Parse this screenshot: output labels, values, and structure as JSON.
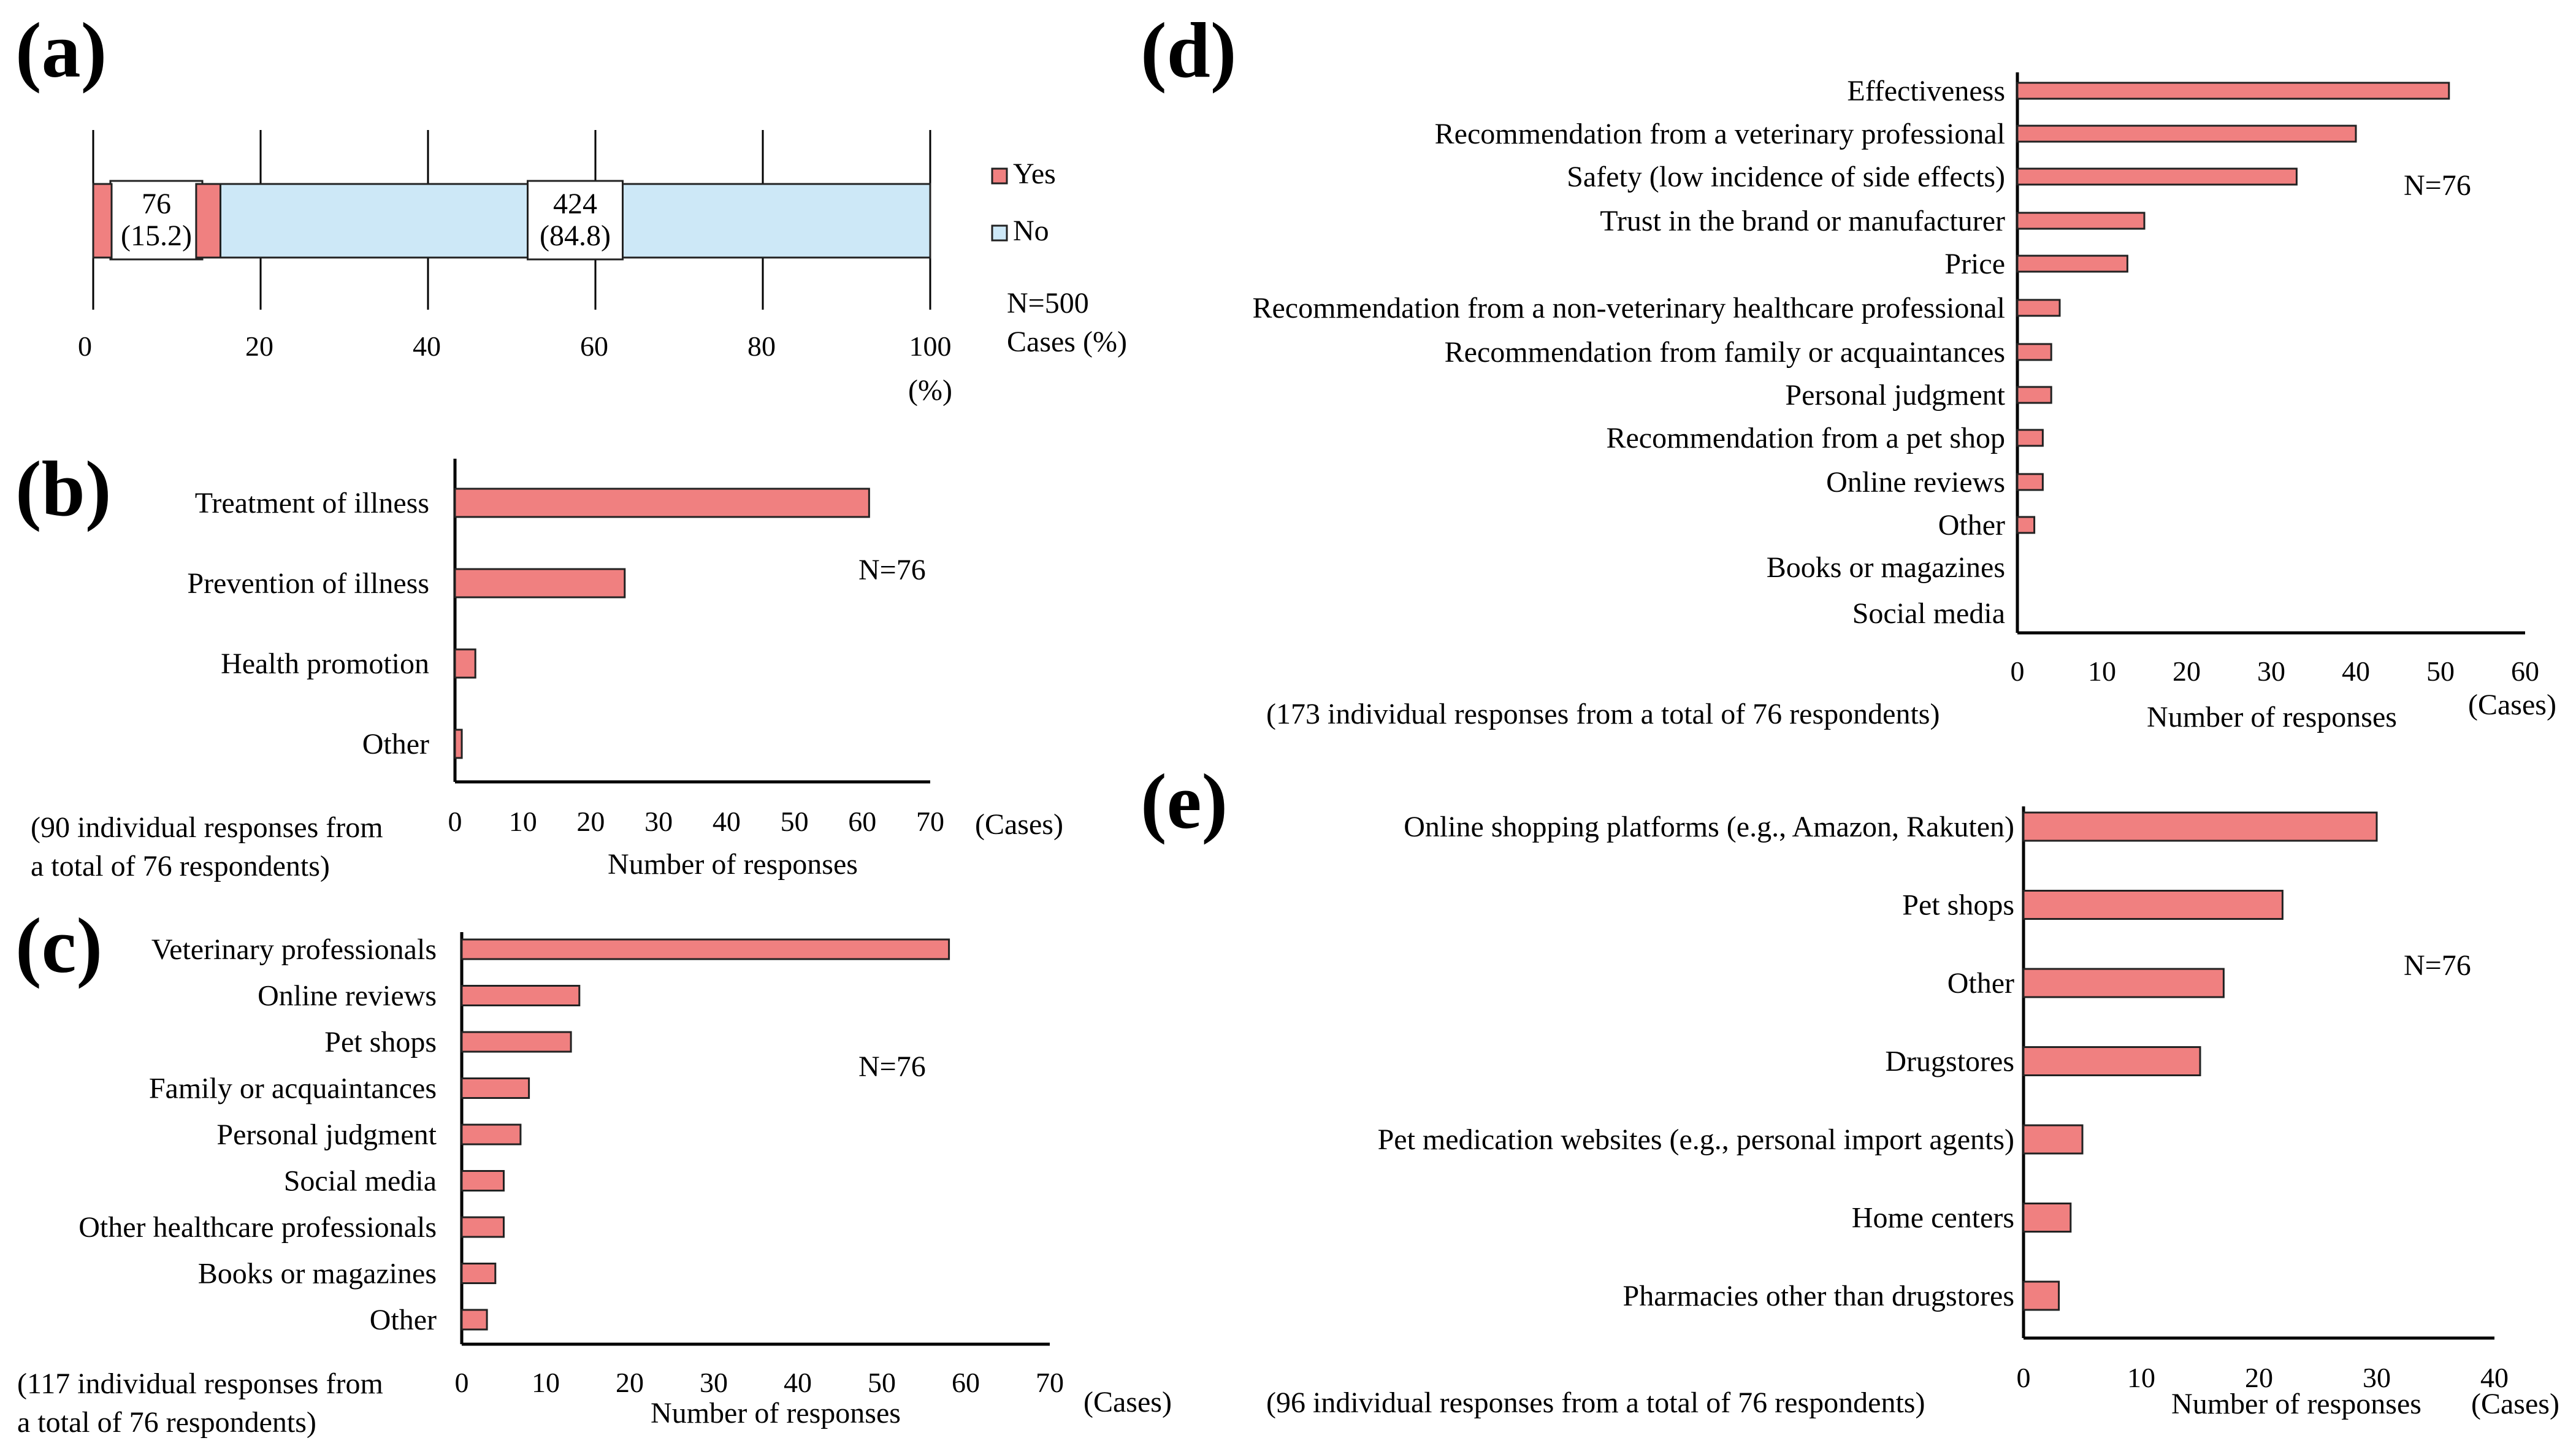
{
  "chart_data": [
    {
      "type": "bar",
      "orientation": "horizontal",
      "stacked": true,
      "panel": "(a)",
      "categories": [
        ""
      ],
      "series": [
        {
          "name": "Yes",
          "values": [
            15.2
          ],
          "count": 76,
          "value_label": "76\n(15.2)",
          "color": "#f08080"
        },
        {
          "name": "No",
          "values": [
            84.8
          ],
          "count": 424,
          "value_label": "424\n(84.8)",
          "color": "#cde8f7"
        }
      ],
      "xlim": [
        0,
        100
      ],
      "xticks": [
        "0",
        "20",
        "40",
        "60",
        "80",
        "100"
      ],
      "xunit": "(%)",
      "annotations": [
        "N=500",
        "Cases (%)"
      ],
      "grid": true,
      "legend": "right"
    },
    {
      "type": "bar",
      "orientation": "horizontal",
      "panel": "(b)",
      "categories": [
        "Treatment of illness",
        "Prevention of illness",
        "Health promotion",
        "Other"
      ],
      "values": [
        61,
        25,
        3,
        1
      ],
      "xlim": [
        0,
        70
      ],
      "xticks": [
        "0",
        "10",
        "20",
        "30",
        "40",
        "50",
        "60",
        "70"
      ],
      "xlabel": "Number of responses",
      "xunit": "(Cases)",
      "annotations": [
        "N=76",
        "(90 individual responses from",
        "a total of 76 respondents)"
      ],
      "grid": false
    },
    {
      "type": "bar",
      "orientation": "horizontal",
      "panel": "(c)",
      "categories": [
        "Veterinary professionals",
        "Online reviews",
        "Pet shops",
        "Family or acquaintances",
        "Personal judgment",
        "Social media",
        "Other healthcare professionals",
        "Books or magazines",
        "Other"
      ],
      "values": [
        58,
        14,
        13,
        8,
        7,
        5,
        5,
        4,
        3
      ],
      "xlim": [
        0,
        70
      ],
      "xticks": [
        "0",
        "10",
        "20",
        "30",
        "40",
        "50",
        "60",
        "70"
      ],
      "xlabel": "Number of responses",
      "xunit": "(Cases)",
      "annotations": [
        "N=76",
        "(117 individual responses from",
        "a total of 76 respondents)"
      ],
      "grid": false
    },
    {
      "type": "bar",
      "orientation": "horizontal",
      "panel": "(d)",
      "categories": [
        "Effectiveness",
        "Recommendation from a veterinary professional",
        "Safety (low incidence of side effects)",
        "Trust in the brand or manufacturer",
        "Price",
        "Recommendation from a non-veterinary healthcare professional",
        "Recommendation from family or acquaintances",
        "Personal judgment",
        "Recommendation from a pet shop",
        "Online reviews",
        "Other",
        "Books or magazines",
        "Social media"
      ],
      "values": [
        51,
        40,
        33,
        15,
        13,
        5,
        4,
        4,
        3,
        3,
        2,
        0,
        0
      ],
      "xlim": [
        0,
        60
      ],
      "xticks": [
        "0",
        "10",
        "20",
        "30",
        "40",
        "50",
        "60"
      ],
      "xlabel": "Number of responses",
      "xunit": "(Cases)",
      "annotations": [
        "N=76",
        "(173 individual responses from a total of 76 respondents)"
      ],
      "grid": false
    },
    {
      "type": "bar",
      "orientation": "horizontal",
      "panel": "(e)",
      "categories": [
        "Online shopping platforms (e.g., Amazon, Rakuten)",
        "Pet shops",
        "Other",
        "Drugstores",
        "Pet medication websites (e.g., personal import agents)",
        "Home centers",
        "Pharmacies other than drugstores"
      ],
      "values": [
        30,
        22,
        17,
        15,
        5,
        4,
        3
      ],
      "xlim": [
        0,
        40
      ],
      "xticks": [
        "0",
        "10",
        "20",
        "30",
        "40"
      ],
      "xlabel": "Number of responses",
      "xunit": "(Cases)",
      "annotations": [
        "N=76",
        "(96 individual responses from a total of 76 respondents)"
      ],
      "grid": false
    }
  ]
}
